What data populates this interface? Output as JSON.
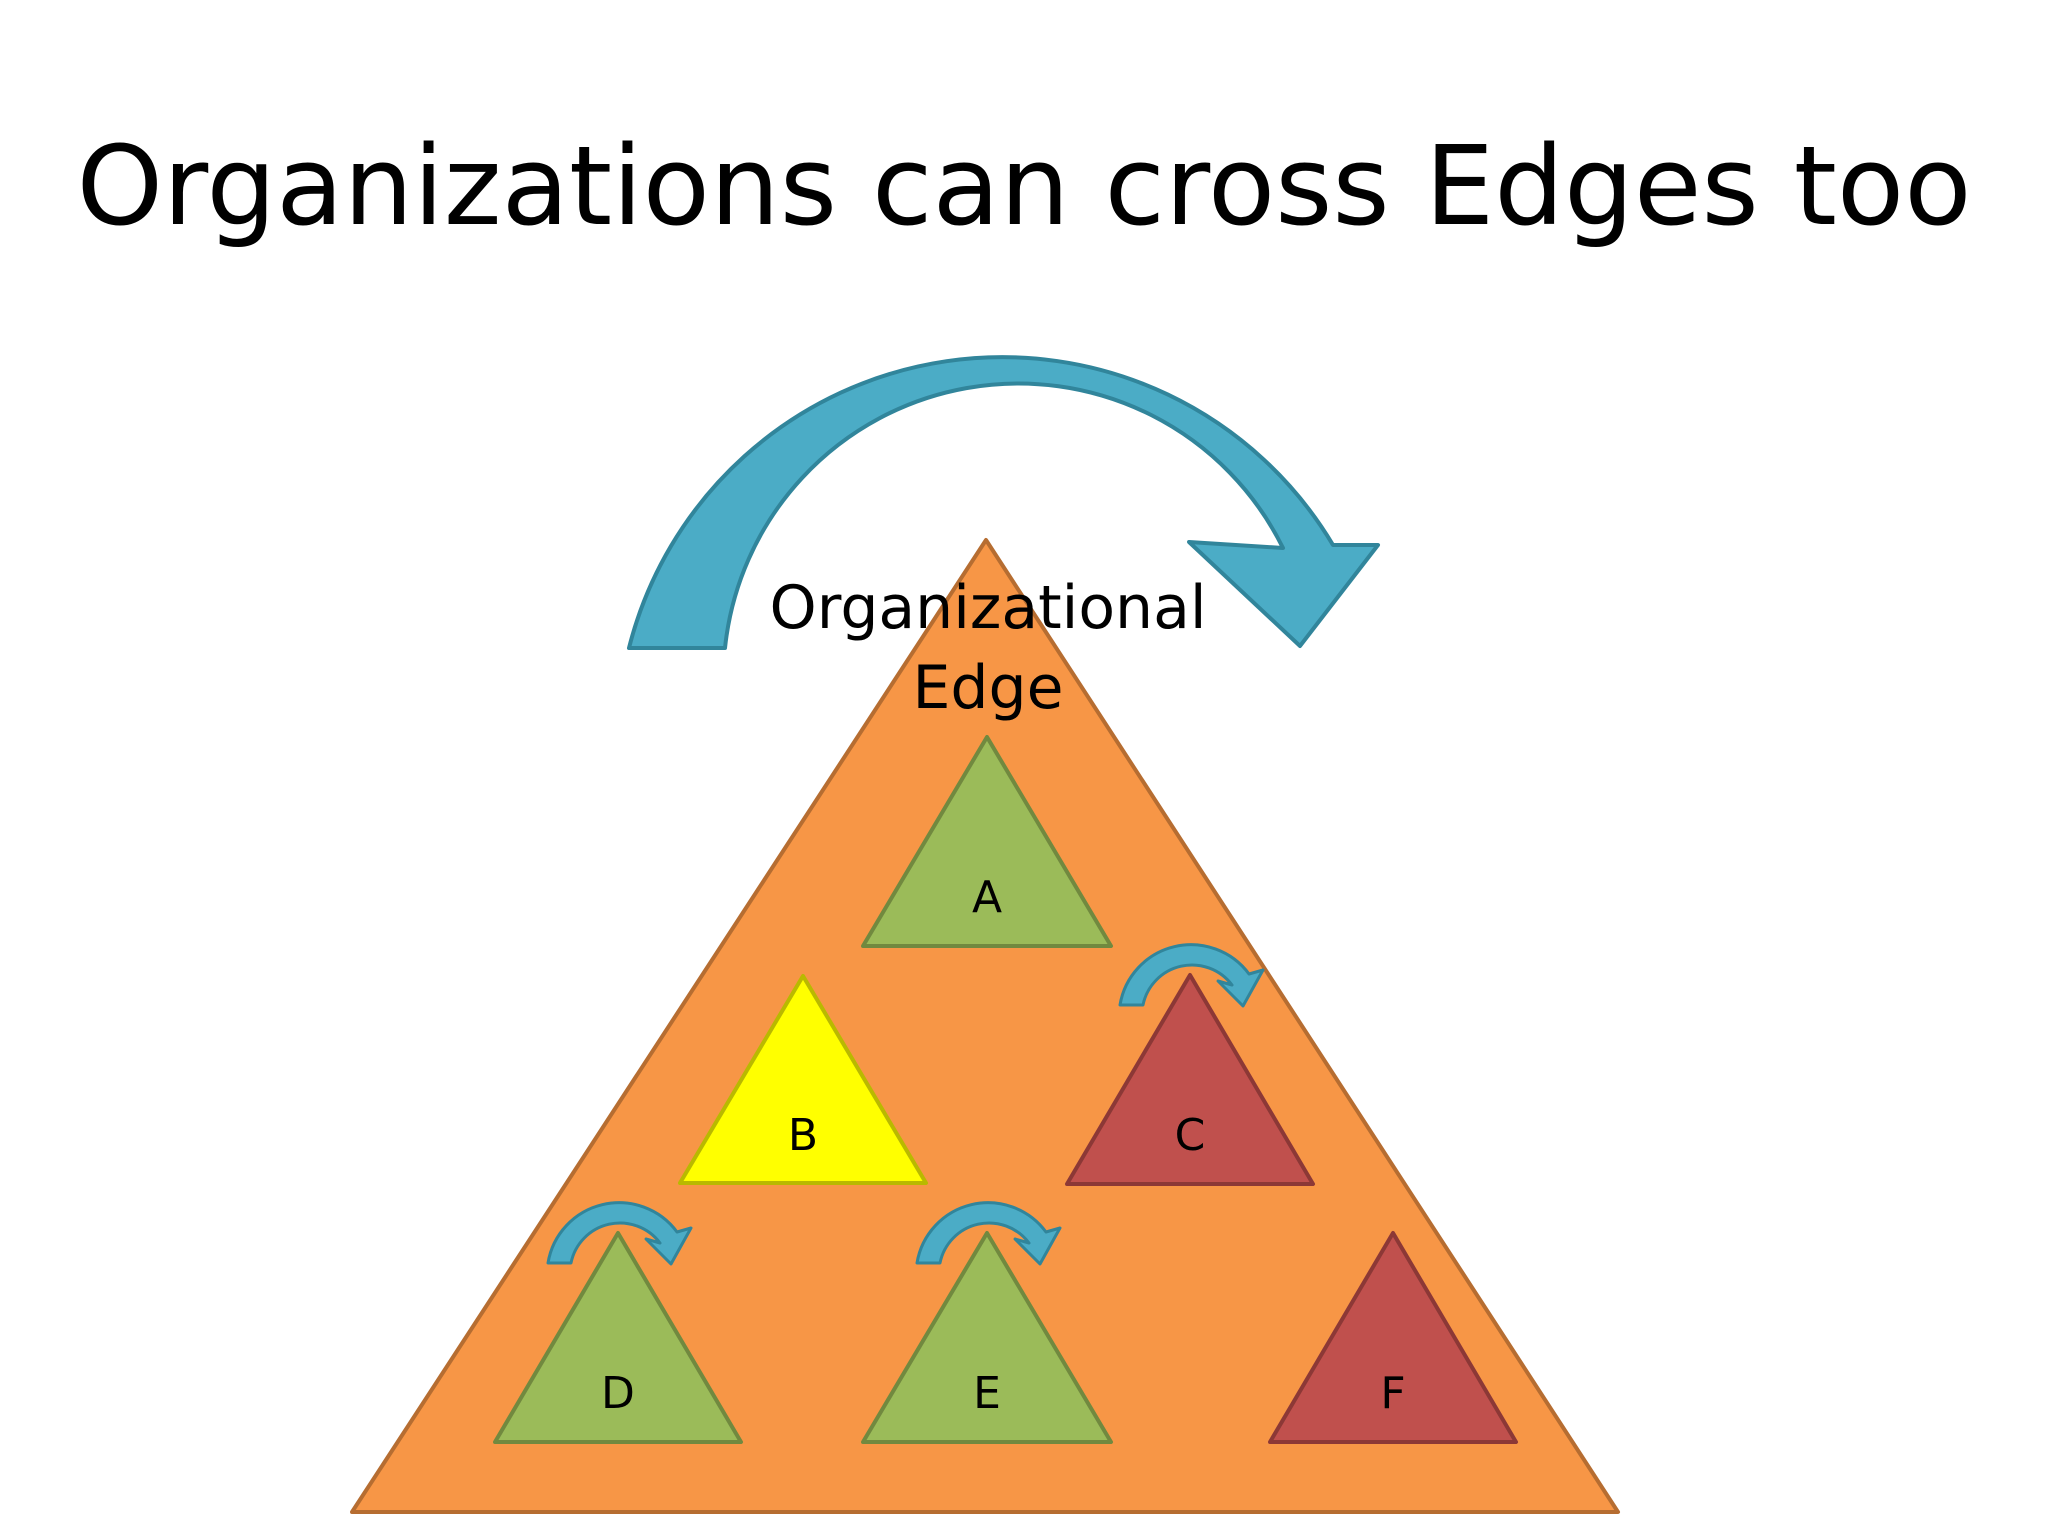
{
  "slide": {
    "title": "Organizations can cross Edges too"
  },
  "diagram": {
    "big_triangle": {
      "label_line1": "Organizational",
      "label_line2": "Edge"
    },
    "units": [
      {
        "id": "A",
        "label": "A"
      },
      {
        "id": "B",
        "label": "B"
      },
      {
        "id": "C",
        "label": "C"
      },
      {
        "id": "D",
        "label": "D"
      },
      {
        "id": "E",
        "label": "E"
      },
      {
        "id": "F",
        "label": "F"
      }
    ]
  },
  "colors": {
    "orange_fill": "#F79646",
    "orange_stroke": "#B66D31",
    "green_fill": "#9BBB59",
    "green_stroke": "#71893F",
    "yellow_fill": "#FFFF00",
    "yellow_stroke": "#B9B900",
    "red_fill": "#C0504D",
    "red_stroke": "#8C3836",
    "arrow_fill": "#4BACC6",
    "arrow_stroke": "#31859B"
  },
  "icons": {
    "big_arrow": "curved-arrow-icon",
    "small_arrow": "curved-arrow-icon"
  }
}
